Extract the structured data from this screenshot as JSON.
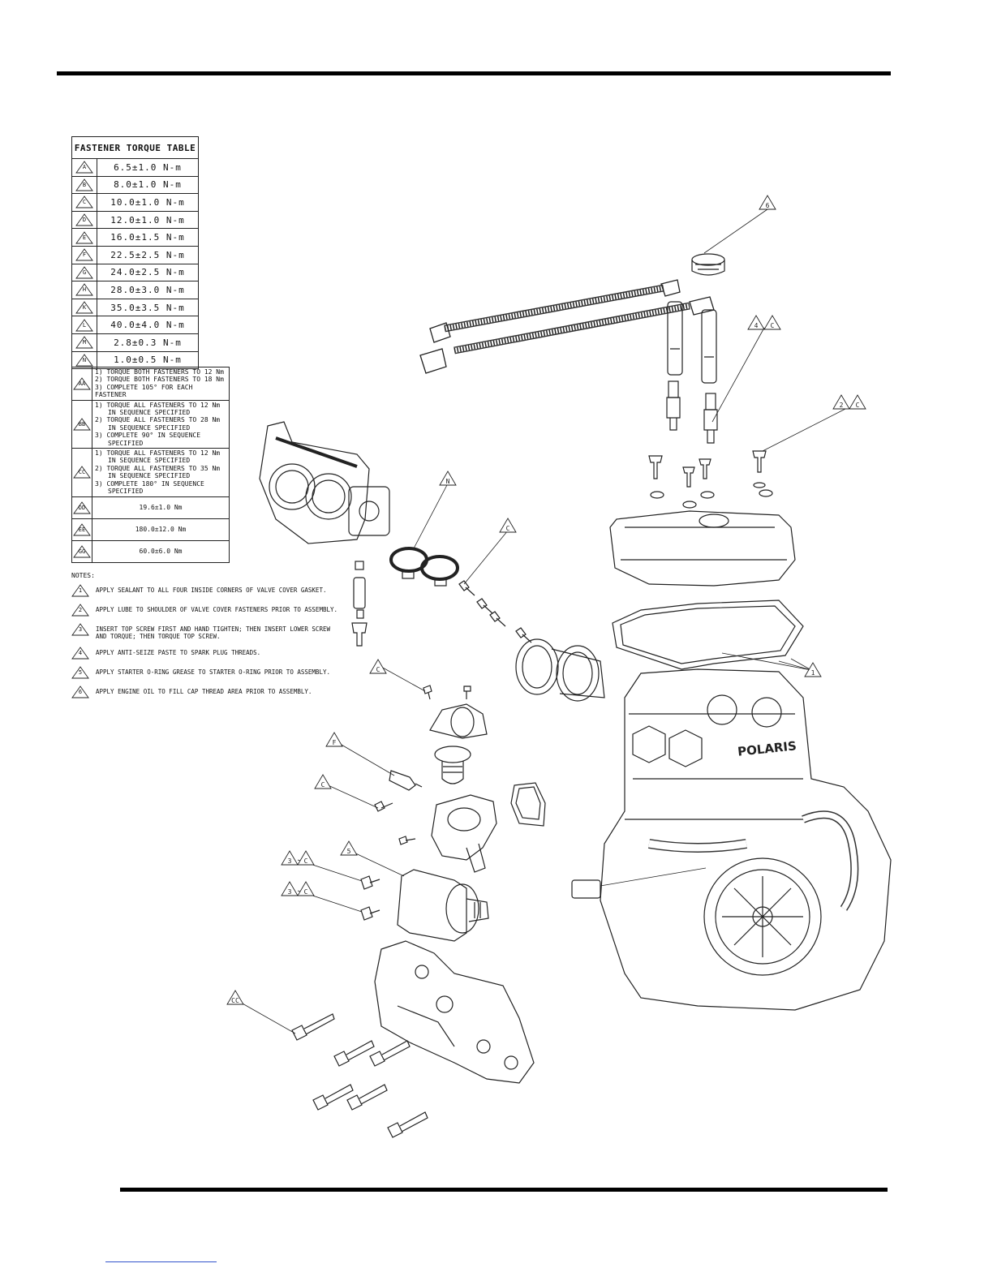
{
  "torque_table": {
    "title": "FASTENER TORQUE TABLE",
    "rows": [
      {
        "code": "A",
        "value": "6.5±1.0 N-m"
      },
      {
        "code": "B",
        "value": "8.0±1.0 N-m"
      },
      {
        "code": "C",
        "value": "10.0±1.0 N-m"
      },
      {
        "code": "D",
        "value": "12.0±1.0 N-m"
      },
      {
        "code": "E",
        "value": "16.0±1.5 N-m"
      },
      {
        "code": "F",
        "value": "22.5±2.5 N-m"
      },
      {
        "code": "G",
        "value": "24.0±2.5 N-m"
      },
      {
        "code": "H",
        "value": "28.0±3.0 N-m"
      },
      {
        "code": "K",
        "value": "35.0±3.5 N-m"
      },
      {
        "code": "L",
        "value": "40.0±4.0 N-m"
      },
      {
        "code": "M",
        "value": "2.8±0.3 N-m"
      },
      {
        "code": "N",
        "value": "1.0±0.5 N-m"
      }
    ],
    "sequence_rows": [
      {
        "code": "AA",
        "steps": [
          "1) TORQUE BOTH FASTENERS TO 12 Nm",
          "2) TORQUE BOTH FASTENERS TO 18 Nm",
          "3) COMPLETE 105° FOR EACH FASTENER"
        ]
      },
      {
        "code": "BB",
        "steps": [
          "1) TORQUE ALL FASTENERS TO 12 Nm",
          "IN SEQUENCE SPECIFIED",
          "2) TORQUE ALL FASTENERS TO 28 Nm",
          "IN SEQUENCE SPECIFIED",
          "3) COMPLETE 90° IN SEQUENCE",
          "SPECIFIED"
        ]
      },
      {
        "code": "CC",
        "steps": [
          "1) TORQUE ALL FASTENERS TO 12 Nm",
          "IN SEQUENCE SPECIFIED",
          "2) TORQUE ALL FASTENERS TO 35 Nm",
          "IN SEQUENCE SPECIFIED",
          "3) COMPLETE 180° IN SEQUENCE",
          "SPECIFIED"
        ]
      }
    ],
    "extra_rows": [
      {
        "code": "DD",
        "value": "19.6±1.0 Nm"
      },
      {
        "code": "EE",
        "value": "180.0±12.0 Nm"
      },
      {
        "code": "GG",
        "value": "60.0±6.0 Nm"
      }
    ]
  },
  "notes": {
    "heading": "NOTES:",
    "items": [
      {
        "num": "1",
        "text": "APPLY SEALANT TO ALL FOUR INSIDE CORNERS OF VALVE COVER GASKET."
      },
      {
        "num": "2",
        "text": "APPLY LUBE TO SHOULDER OF VALVE COVER FASTENERS PRIOR TO ASSEMBLY."
      },
      {
        "num": "3",
        "text": "INSERT TOP SCREW FIRST AND HAND TIGHTEN; THEN INSERT LOWER SCREW AND TORQUE; THEN TORQUE TOP SCREW."
      },
      {
        "num": "4",
        "text": "APPLY ANTI-SEIZE PASTE TO SPARK PLUG THREADS."
      },
      {
        "num": "5",
        "text": "APPLY STARTER O-RING GREASE TO STARTER O-RING PRIOR TO ASSEMBLY."
      },
      {
        "num": "6",
        "text": "APPLY ENGINE OIL TO FILL CAP THREAD AREA PRIOR TO ASSEMBLY."
      }
    ]
  },
  "diagram": {
    "brand_text": "POLARIS",
    "callouts": {
      "c6": "6",
      "c4": "4",
      "c4b": "C",
      "c2": "2",
      "c2b": "C",
      "cN": "N",
      "cC1": "C",
      "cC2": "C",
      "c1": "1",
      "cF": "F",
      "cC3": "C",
      "c5": "5",
      "c3a": "3",
      "c3ab": "C",
      "c3b": "3",
      "c3bb": "C",
      "cCC": "CC"
    }
  }
}
